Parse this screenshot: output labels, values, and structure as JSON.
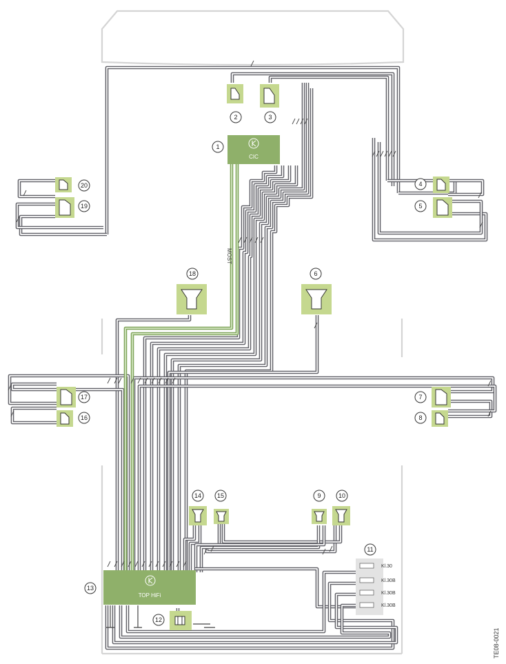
{
  "diagram": {
    "most_label": "MOST",
    "figure_code": "TE08-0021",
    "cic_label": "CIC",
    "amp_label": "TOP HiFi",
    "kl_labels": [
      "Kl.30",
      "Kl.30B",
      "Kl.30B",
      "Kl.30B"
    ],
    "components": {
      "c1": "1",
      "c2": "2",
      "c3": "3",
      "c4": "4",
      "c5": "5",
      "c6": "6",
      "c7": "7",
      "c8": "8",
      "c9": "9",
      "c10": "10",
      "c11": "11",
      "c12": "12",
      "c13": "13",
      "c14": "14",
      "c15": "15",
      "c16": "16",
      "c17": "17",
      "c18": "18",
      "c19": "19",
      "c20": "20"
    },
    "colors": {
      "component_fill": "#c5d88f",
      "unit_fill": "#8fb06a",
      "most_bus": "#7ea35a",
      "wire": "#5f5f66",
      "outline": "#d4d4d4"
    }
  }
}
